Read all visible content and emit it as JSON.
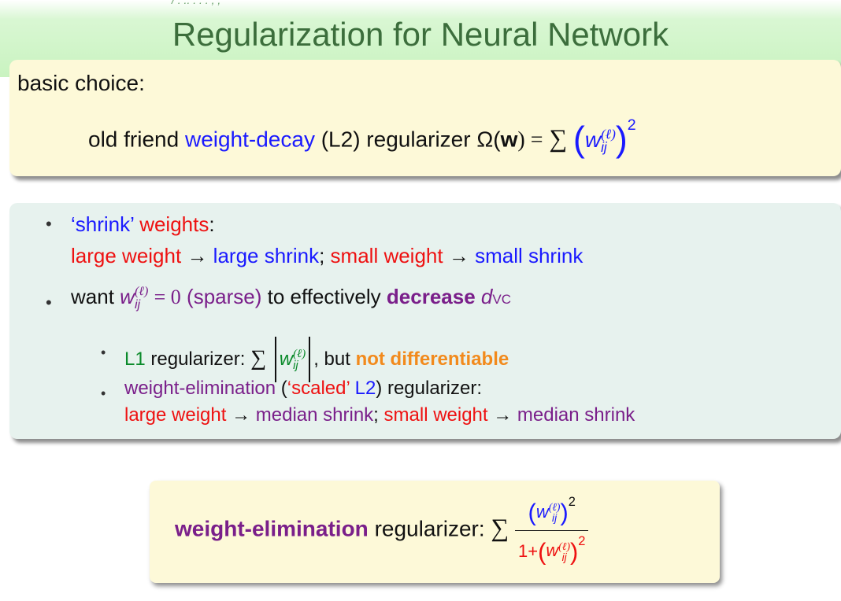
{
  "slide": {
    "top_fragment": "/ . .. . . . , ,",
    "title": "Regularization for Neural Network",
    "box1": {
      "heading": "basic choice:",
      "old_friend": "old friend",
      "weight_decay": "weight-decay",
      "l2_regularizer": "(L2) regularizer",
      "omega": "Ω(",
      "w_bold": "w",
      "equals": ") =",
      "sum": "∑",
      "w": "w",
      "ell": "(ℓ)",
      "ij": "ij",
      "two": "2"
    },
    "box2": {
      "b1_shrink": "‘shrink’",
      "b1_weights": "weights",
      "b1_colon": ":",
      "b1_large_weight": "large weight",
      "arrow": "→",
      "b1_large_shrink": "large shrink",
      "semicolon": ";",
      "b1_small_weight": "small weight",
      "b1_small_shrink": "small shrink",
      "b2_want": "want",
      "b2_eq_zero": "= 0",
      "b2_sparse": "(sparse)",
      "b2_to_eff": "to effectively",
      "b2_decrease": "decrease",
      "b2_d": "d",
      "b2_vc": "VC",
      "s1_l1": "L1",
      "s1_regularizer": "regularizer:",
      "s1_but": ", but",
      "s1_not_diff": "not differentiable",
      "s2_we": "weight-elimination",
      "s2_open": "(",
      "s2_scaled": "‘scaled’",
      "s2_l2": "L2",
      "s2_close_reg": ") regularizer:",
      "s2_large_weight": "large weight",
      "s2_median_shrink": "median shrink",
      "s2_small_weight": "small weight"
    },
    "box3": {
      "we": "weight-elimination",
      "regularizer": "regularizer:",
      "one_plus": "1+"
    }
  }
}
